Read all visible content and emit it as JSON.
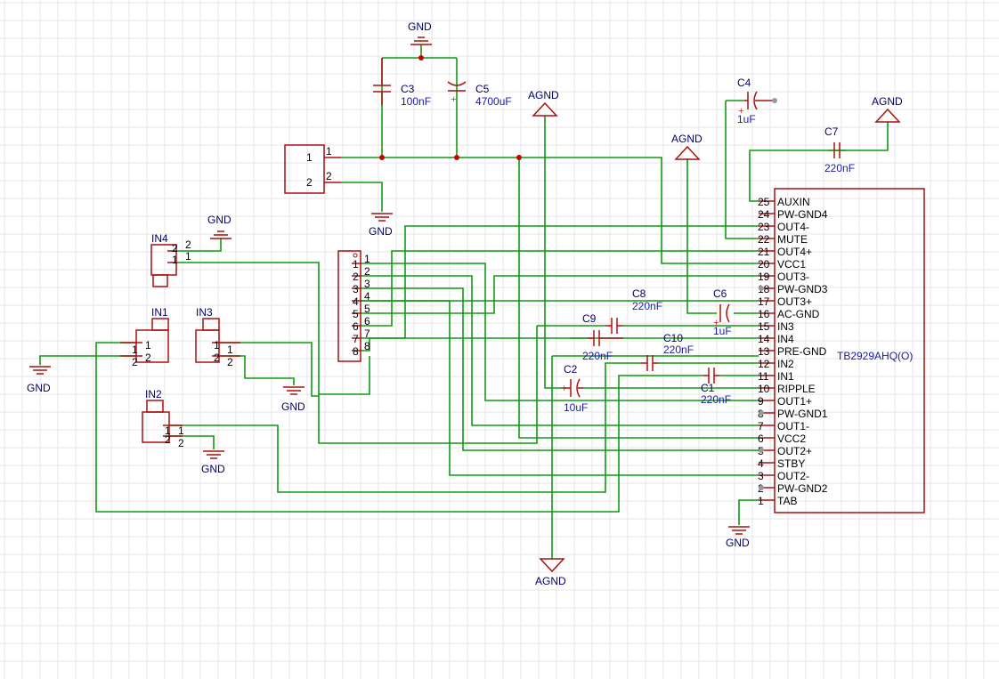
{
  "schematic": {
    "chip": {
      "name": "TB2929AHQ(O)",
      "pins": [
        {
          "num": "25",
          "name": "AUXIN"
        },
        {
          "num": "24",
          "name": "PW-GND4"
        },
        {
          "num": "23",
          "name": "OUT4-"
        },
        {
          "num": "22",
          "name": "MUTE"
        },
        {
          "num": "21",
          "name": "OUT4+"
        },
        {
          "num": "20",
          "name": "VCC1"
        },
        {
          "num": "19",
          "name": "OUT3-"
        },
        {
          "num": "18",
          "name": "PW-GND3"
        },
        {
          "num": "17",
          "name": "OUT3+"
        },
        {
          "num": "16",
          "name": "AC-GND"
        },
        {
          "num": "15",
          "name": "IN3"
        },
        {
          "num": "14",
          "name": "IN4"
        },
        {
          "num": "13",
          "name": "PRE-GND"
        },
        {
          "num": "12",
          "name": "IN2"
        },
        {
          "num": "11",
          "name": "IN1"
        },
        {
          "num": "10",
          "name": "RIPPLE"
        },
        {
          "num": "9",
          "name": "OUT1+"
        },
        {
          "num": "8",
          "name": "PW-GND1"
        },
        {
          "num": "7",
          "name": "OUT1-"
        },
        {
          "num": "6",
          "name": "VCC2"
        },
        {
          "num": "5",
          "name": "OUT2+"
        },
        {
          "num": "4",
          "name": "STBY"
        },
        {
          "num": "3",
          "name": "OUT2-"
        },
        {
          "num": "2",
          "name": "PW-GND2"
        },
        {
          "num": "1",
          "name": "TAB"
        }
      ]
    },
    "capacitors": [
      {
        "ref": "C1",
        "value": "220nF"
      },
      {
        "ref": "C2",
        "value": "10uF"
      },
      {
        "ref": "C3",
        "value": "100nF"
      },
      {
        "ref": "C4",
        "value": "1uF"
      },
      {
        "ref": "C5",
        "value": "4700uF"
      },
      {
        "ref": "C6",
        "value": "1uF"
      },
      {
        "ref": "C7",
        "value": "220nF"
      },
      {
        "ref": "C8",
        "value": "220nF"
      },
      {
        "ref": "C9",
        "value": "220nF"
      },
      {
        "ref": "C10",
        "value": "220nF"
      }
    ],
    "power_connector": {
      "pins": [
        "1",
        "2"
      ]
    },
    "header": {
      "pins": [
        "1",
        "2",
        "3",
        "4",
        "5",
        "6",
        "7",
        "8"
      ]
    },
    "jacks": [
      {
        "ref": "IN4",
        "pins": [
          "2",
          "1"
        ]
      },
      {
        "ref": "IN1",
        "pins": [
          "1",
          "2"
        ]
      },
      {
        "ref": "IN3",
        "pins": [
          "1",
          "2"
        ]
      },
      {
        "ref": "IN2",
        "pins": [
          "1",
          "2"
        ]
      }
    ],
    "nets": {
      "gnd": "GND",
      "agnd": "AGND"
    }
  }
}
